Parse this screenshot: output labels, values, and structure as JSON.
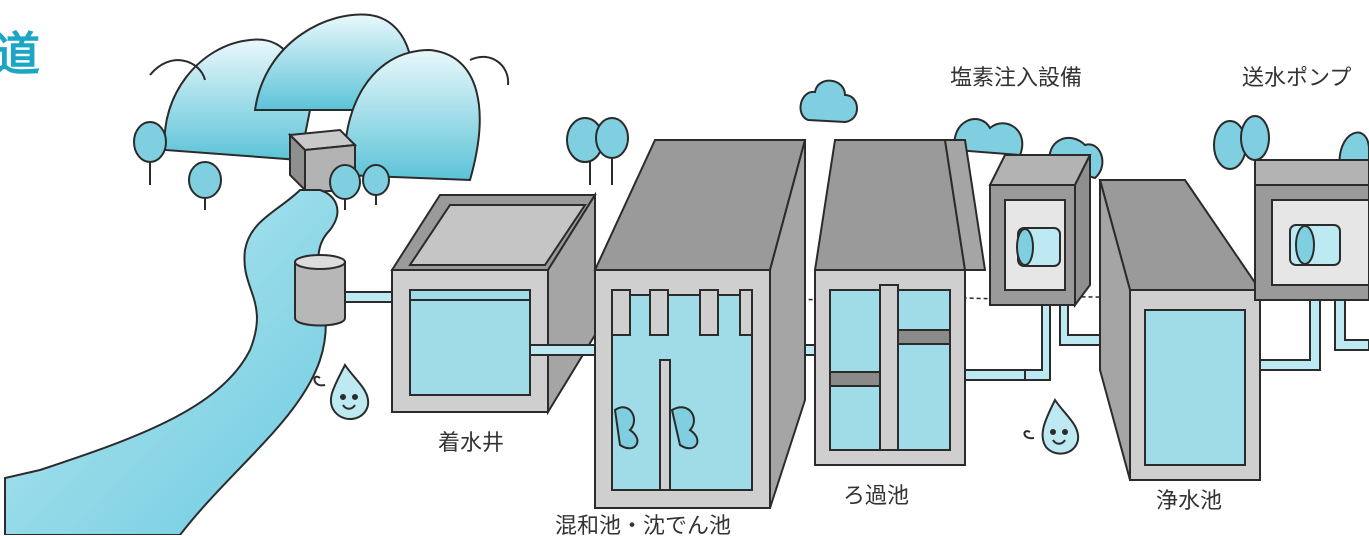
{
  "title_fragment": "道",
  "labels": {
    "chakusuisei": "着水井",
    "konwa_chinden": "混和池・沈でん池",
    "roka": "ろ過池",
    "jousui": "浄水池",
    "enso": "塩素注入設備",
    "pump": "送水ポンプ"
  },
  "colors": {
    "water": "#9fdce8",
    "water_dark": "#5cc3d8",
    "concrete": "#9a9a9a",
    "concrete_light": "#d4d4d4",
    "outline": "#2b2b2b",
    "tree": "#7fcfe0",
    "accent": "#1aa6c4"
  }
}
